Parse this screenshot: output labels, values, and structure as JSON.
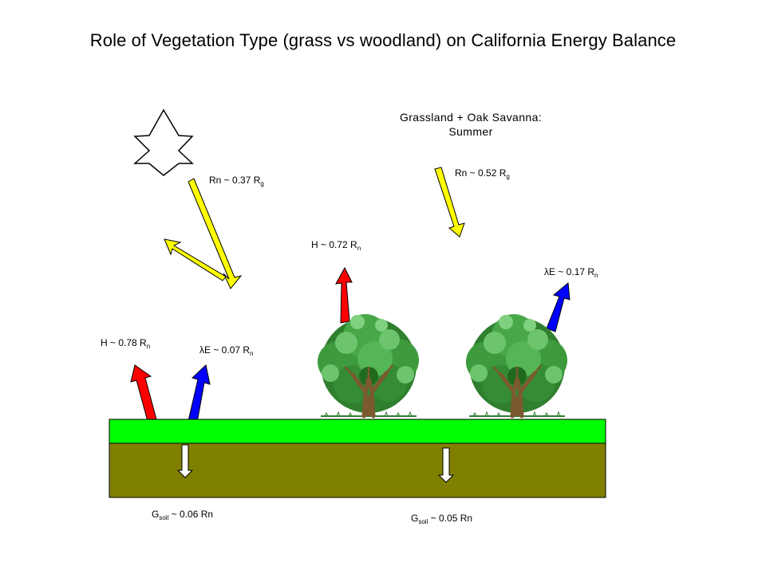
{
  "title": "Role of Vegetation Type (grass vs woodland) on California Energy Balance",
  "scenario": {
    "line1": "Grassland + Oak Savanna:",
    "line2": "Summer"
  },
  "labels": {
    "grass_rn": {
      "main": "Rn ~  0.37 R",
      "sub": "g"
    },
    "grass_h": {
      "main": "H ~  0.78 R",
      "sub": "n"
    },
    "grass_le": {
      "main": "λE ~  0.07 R",
      "sub": "n"
    },
    "grass_gsoil": {
      "pre": "G",
      "sub": "soil",
      "post": " ~  0.06 Rn"
    },
    "oak_rn": {
      "main": "Rn ~  0.52 R",
      "sub": "g"
    },
    "oak_h": {
      "main": "H ~  0.72 R",
      "sub": "n"
    },
    "oak_le": {
      "main": "λE ~  0.17 R",
      "sub": "n"
    },
    "oak_gsoil": {
      "pre": "G",
      "sub": "soil",
      "post": " ~  0.05 Rn"
    }
  },
  "colors": {
    "grass": "#00ff00",
    "soil": "#808000",
    "radiation": "#ffff00",
    "sensible_heat": "#ff0000",
    "latent_heat": "#0000ff",
    "ground_flux": "#ffffff",
    "foliage": "#3c9a3c",
    "trunk": "#7a5a2e"
  },
  "icons": [
    "sun-icon",
    "oak-tree-icon"
  ]
}
